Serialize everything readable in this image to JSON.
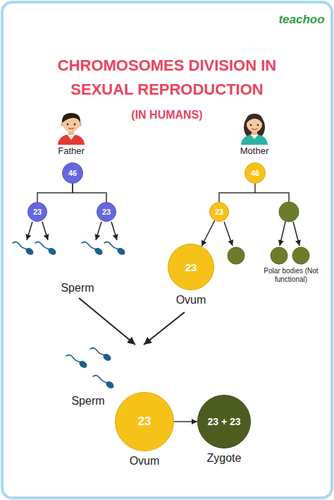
{
  "diagram": {
    "title": "CHROMOSOMES DIVISION IN SEXUAL REPRODUCTION",
    "nodes": [
      {
        "text": [
          "46"
        ]
      },
      {
        "text": [
          "23"
        ]
      },
      {
        "text": [
          "23"
        ]
      },
      {
        "text": [
          "46"
        ]
      },
      {
        "text": [
          "23"
        ]
      },
      {
        "text": [
          "23",
          "Ovum"
        ]
      },
      {
        "text": [
          "23",
          "Ovum"
        ]
      },
      {
        "text": [
          "23 + 23",
          "Zygote"
        ]
      }
    ],
    "edges": [
      {
        "from": 0,
        "to": 1,
        "arrow": "none"
      },
      {
        "from": 0,
        "to": 2,
        "arrow": "none"
      },
      {
        "from": 3,
        "to": 4,
        "arrow": "none"
      },
      {
        "from": 4,
        "to": 5,
        "arrow": "to"
      },
      {
        "from": 6,
        "to": 7,
        "arrow": "to"
      }
    ],
    "labels": [
      "teachoo",
      "(IN HUMANS)",
      "Father",
      "Mother",
      "Sperm",
      "Polar bodies (Not functional)",
      "Sperm"
    ]
  }
}
